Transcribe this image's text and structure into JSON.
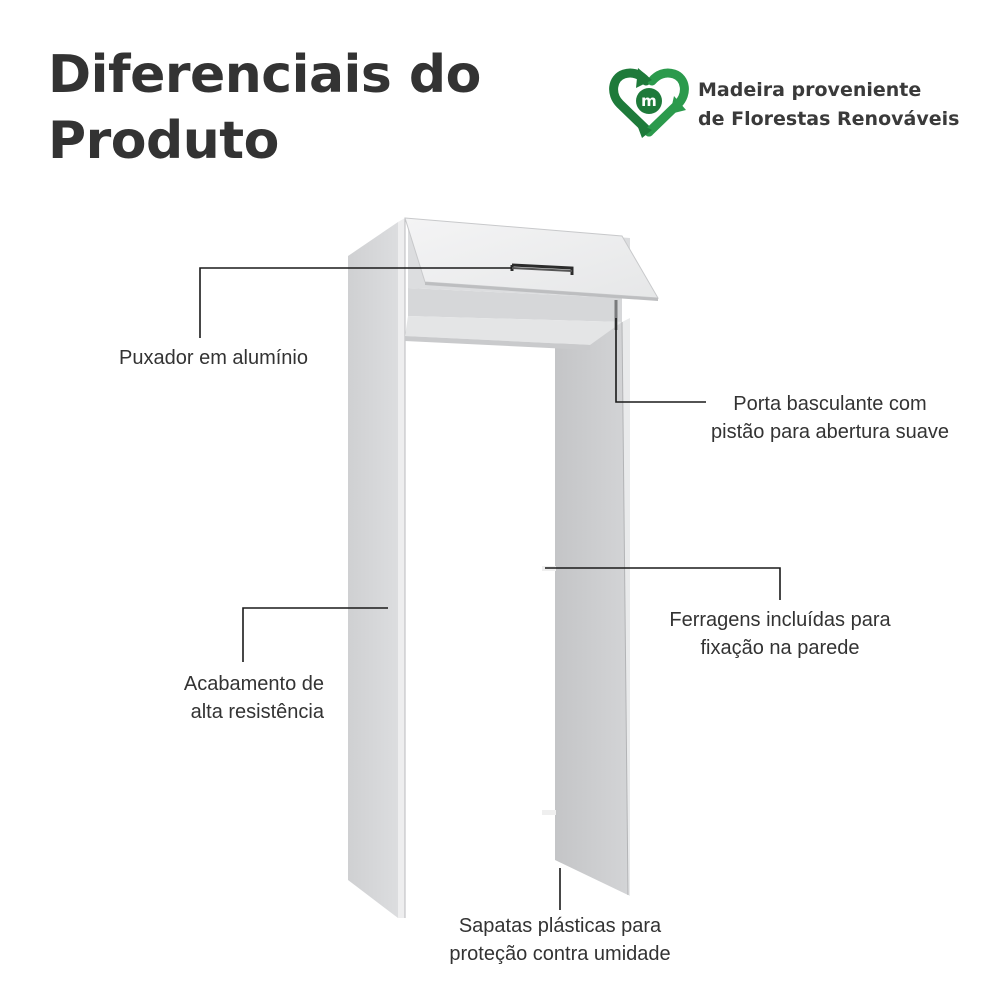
{
  "header": {
    "title_line1": "Diferenciais do",
    "title_line2": "Produto"
  },
  "badge": {
    "icon": "recycle-heart-m-icon",
    "line1": "Madeira proveniente",
    "line2": "de Florestas Renováveis",
    "color": "#1e7a3a"
  },
  "callouts": {
    "handle": {
      "line1": "Puxador em alumínio"
    },
    "door": {
      "line1": "Porta basculante com",
      "line2": "pistão para abertura suave"
    },
    "hardware": {
      "line1": "Ferragens incluídas para",
      "line2": "fixação na parede"
    },
    "finish": {
      "line1": "Acabamento de",
      "line2": "alta resistência"
    },
    "feet": {
      "line1": "Sapatas plásticas para",
      "line2": "proteção contra umidade"
    }
  }
}
